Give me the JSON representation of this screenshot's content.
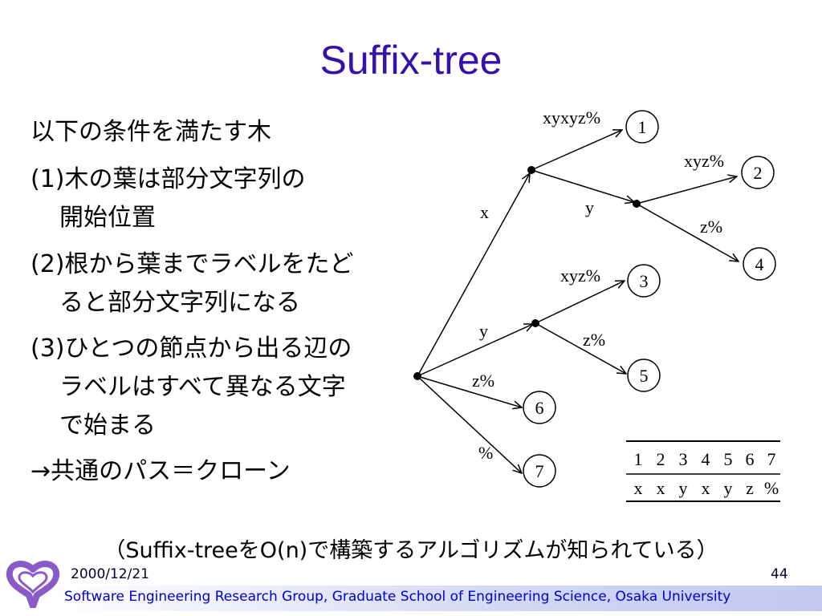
{
  "slide": {
    "title": "Suffix-tree",
    "bullets": [
      "以下の条件を満たす木",
      "(1)木の葉は部分文字列の",
      "開始位置",
      "(2)根から葉までラベルをたど",
      "ると部分文字列になる",
      "(3)ひとつの節点から出る辺の",
      "ラベルはすべて異なる文字",
      "で始まる",
      "→共通のパス＝クローン"
    ],
    "caption": "（Suffix-treeをO(n)で構築するアルゴリズムが知られている）"
  },
  "tree": {
    "edge_labels": {
      "root_x": "x",
      "x_leaf1": "xyxyz%",
      "x_y": "y",
      "xy_leaf2": "xyz%",
      "xy_leaf4": "z%",
      "root_y": "y",
      "y_leaf3": "xyz%",
      "y_leaf5": "z%",
      "root_leaf6": "z%",
      "root_leaf7": "%"
    },
    "leaves": [
      "1",
      "2",
      "3",
      "4",
      "5",
      "6",
      "7"
    ]
  },
  "string_table": {
    "positions": [
      "1",
      "2",
      "3",
      "4",
      "5",
      "6",
      "7"
    ],
    "chars": [
      "x",
      "x",
      "y",
      "x",
      "y",
      "z",
      "%"
    ]
  },
  "footer": {
    "date": "2000/12/21",
    "page": "44",
    "organization": "Software Engineering Research Group, Graduate School of Engineering Science, Osaka University"
  },
  "colors": {
    "title": "#3311aa",
    "footer_text": "#0000cc",
    "logo": "#8a5ac8"
  }
}
